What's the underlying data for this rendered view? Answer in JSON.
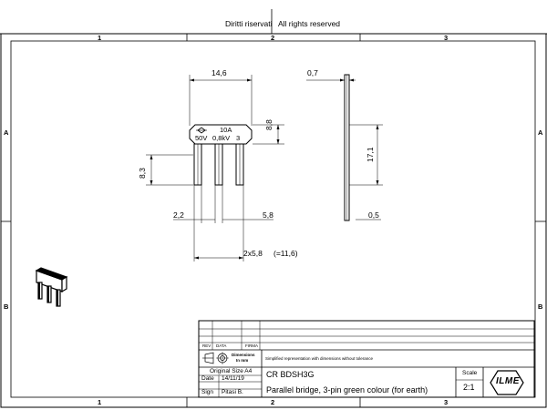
{
  "header": {
    "rights_it": "Diritti riservati",
    "rights_en": "All rights reserved"
  },
  "zones": {
    "columns": [
      "1",
      "2",
      "3"
    ],
    "rows": [
      "A",
      "B"
    ]
  },
  "dimensions": {
    "width_top": "14,6",
    "thickness": "0,7",
    "body_height": "8,8",
    "pin_length": "8,3",
    "side_height": "17,1",
    "pin_offset": "2,2",
    "pin_width": "5,8",
    "side_pin": "0,5",
    "pitch_total": "2x5,8",
    "pitch_note": "(=11,6)"
  },
  "part_marking": {
    "current": "10A",
    "voltage": "50V",
    "insulation": "0,8kV",
    "pins": "3"
  },
  "title_block": {
    "rev_label": "REV",
    "data_label": "DATA",
    "firma_label": "FIRMA",
    "dimensions_label": "Dimensions",
    "dimensions_unit": "In mm",
    "note": "Simplified representation with dimensions without tolerance",
    "original_size": "Original Size A4",
    "date_label": "Date",
    "date_value": "14/11/19",
    "sign_label": "Sign",
    "sign_value": "Pitasi B.",
    "part_code": "CR BDSH3G",
    "description": "Parallel bridge, 3-pin green colour (for earth)",
    "scale_label": "Scale",
    "scale_value": "2:1",
    "logo_text": "ILME"
  }
}
